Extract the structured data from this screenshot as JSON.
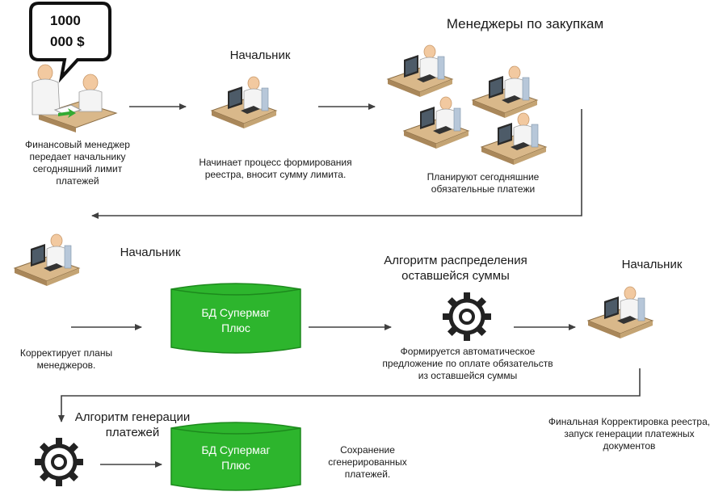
{
  "bubble": {
    "line1": "1000",
    "line2": "000  $"
  },
  "steps": {
    "finance_manager": "Финансовый менеджер передает начальнику сегодняшний лимит платежей",
    "boss1_title": "Начальник",
    "boss1_desc": "Начинает процесс формирования реестра, вносит сумму лимита.",
    "managers_title": "Менеджеры по закупкам",
    "managers_desc": "Планируют сегодняшние обязательные платежи",
    "boss2_title": "Начальник",
    "boss2_desc": "Корректирует планы менеджеров.",
    "db1_label": "БД Супермаг Плюс",
    "algo1_title": "Алгоритм распределения оставшейся суммы",
    "algo1_desc": "Формируется автоматическое предложение по оплате обязательств из оставшейся суммы",
    "boss3_title": "Начальник",
    "final_desc": "Финальная Корректировка реестра, запуск генерации платежных документов",
    "algo2_title": "Алгоритм генерации платежей",
    "db2_label": "БД Супермаг Плюс",
    "save_desc": "Сохранение сгенерированных платежей."
  },
  "colors": {
    "db_fill": "#2db52d",
    "db_stroke": "#1d8a1d",
    "arrow": "#404040",
    "skin": "#f2c9a0",
    "desk": "#d9b88a"
  }
}
